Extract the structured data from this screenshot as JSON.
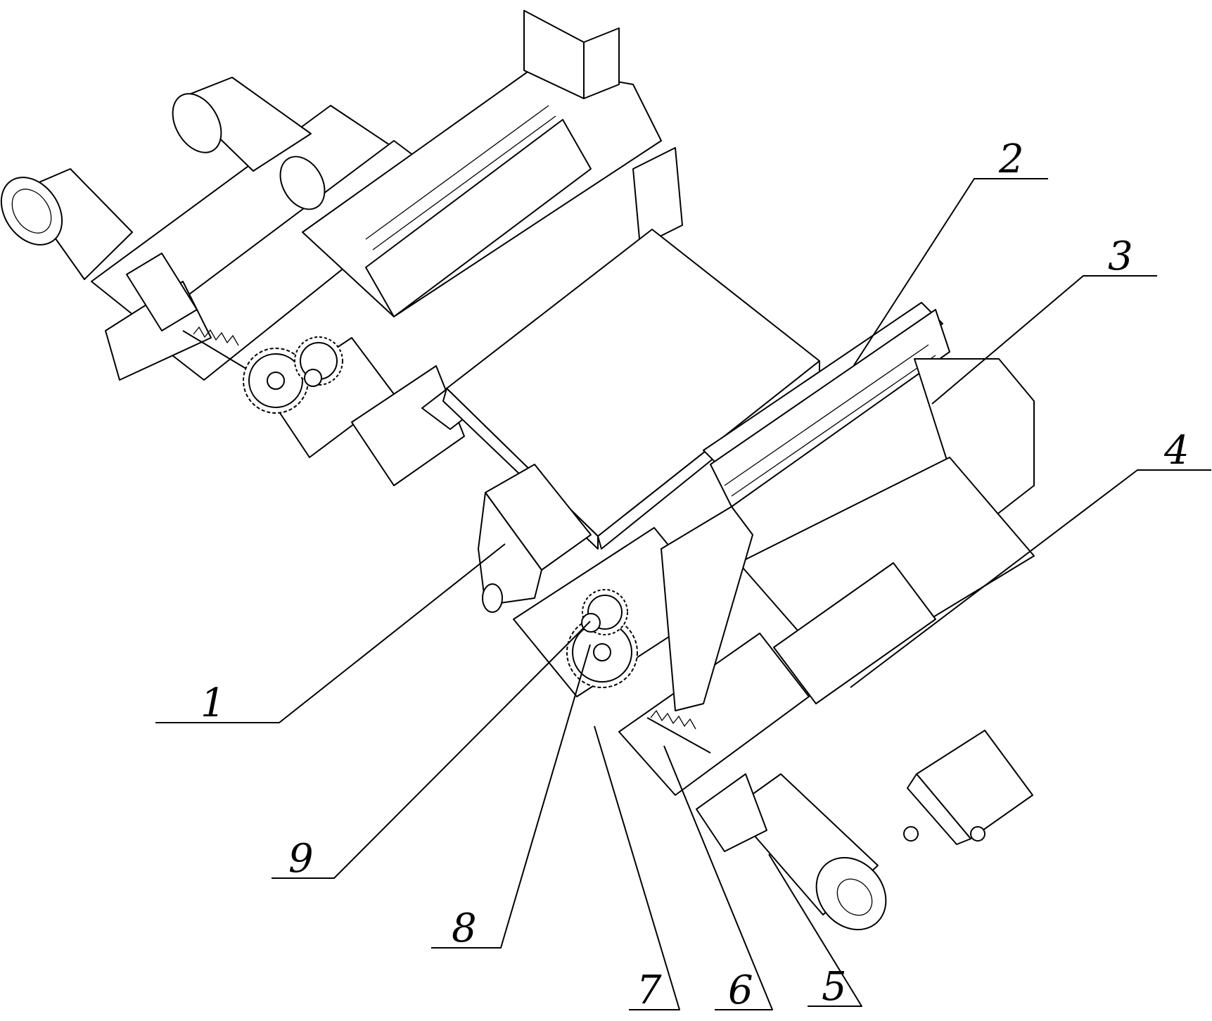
{
  "figure": {
    "type": "mechanical-assembly-perspective",
    "part_labels": [
      {
        "id": "1",
        "text": "1"
      },
      {
        "id": "2",
        "text": "2"
      },
      {
        "id": "3",
        "text": "3"
      },
      {
        "id": "4",
        "text": "4"
      },
      {
        "id": "5",
        "text": "5"
      },
      {
        "id": "6",
        "text": "6"
      },
      {
        "id": "7",
        "text": "7"
      },
      {
        "id": "8",
        "text": "8"
      },
      {
        "id": "9",
        "text": "9"
      }
    ]
  }
}
